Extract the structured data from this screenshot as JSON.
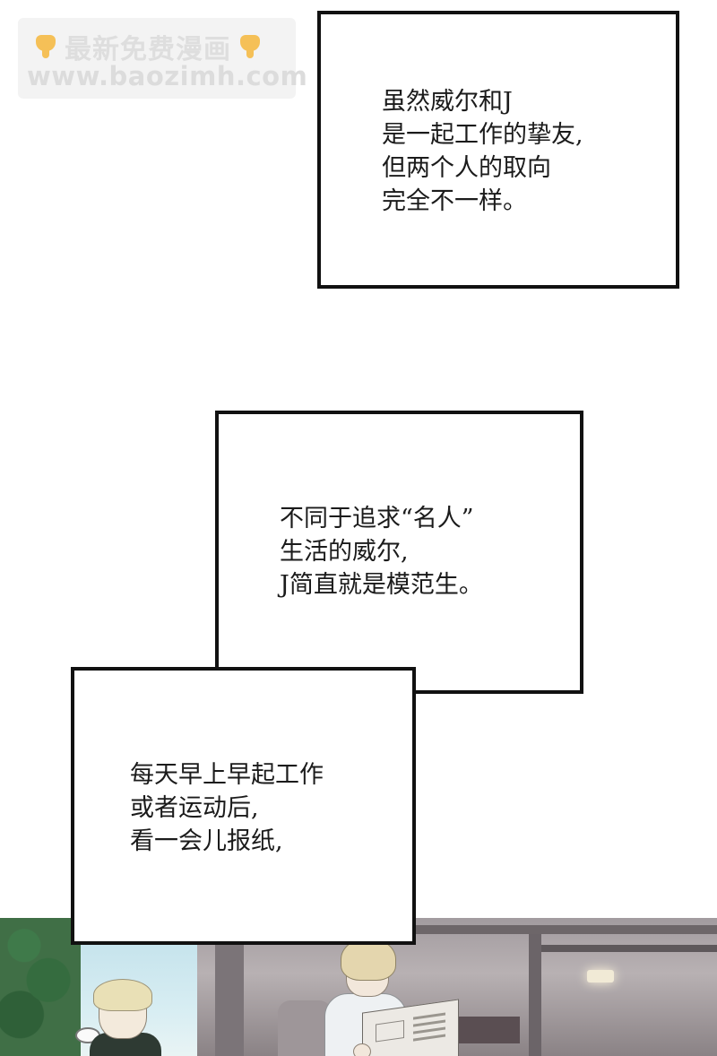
{
  "watermark": {
    "line1": "最新免费漫画",
    "line2": "www.baozimh.com",
    "icon": "pointing-down-hand-icon"
  },
  "captions": [
    {
      "lines": [
        "虽然威尔和J",
        "是一起工作的挚友,",
        "但两个人的取向",
        "完全不一样。"
      ]
    },
    {
      "lines": [
        "不同于追求“名人”",
        "生活的威尔,",
        "J简直就是模范生。"
      ]
    },
    {
      "lines": [
        "每天早上早起工作",
        "或者运动后,",
        "看一会儿报纸,"
      ]
    }
  ]
}
